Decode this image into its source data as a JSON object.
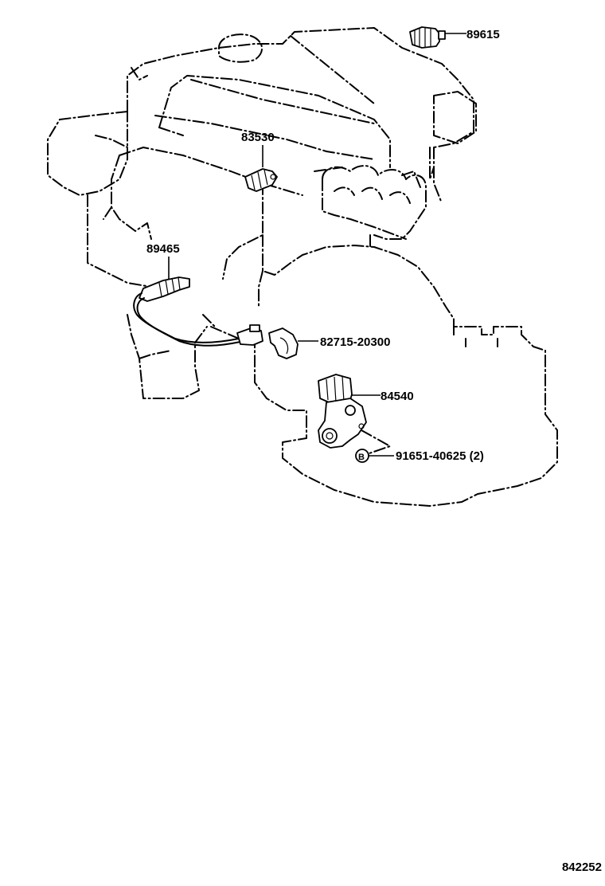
{
  "parts": {
    "p89615": "89615",
    "p83530": "83530",
    "p89465": "89465",
    "p82715": "82715-20300",
    "p84540": "84540",
    "p91651": "91651-40625 (2)",
    "bolt_marker": "B"
  },
  "illustration_code": "842252"
}
